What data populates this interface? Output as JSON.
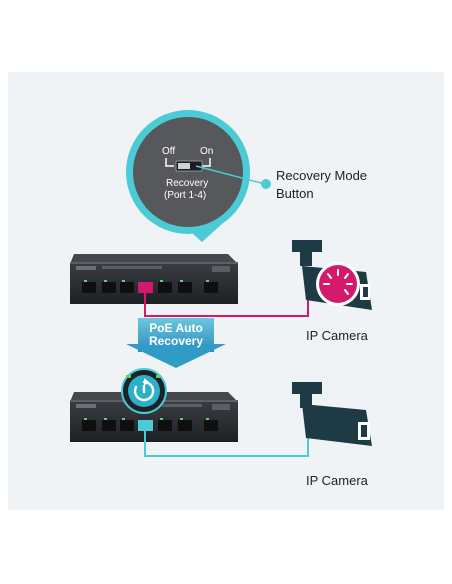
{
  "callout": {
    "off_label": "Off",
    "on_label": "On",
    "switch_name": "Recovery",
    "switch_ports": "(Port 1-4)"
  },
  "labels": {
    "recovery_button_line1": "Recovery Mode",
    "recovery_button_line2": "Button",
    "camera_top": "IP Camera",
    "camera_bottom": "IP Camera"
  },
  "arrow": {
    "line1": "PoE Auto",
    "line2": "Recovery"
  },
  "colors": {
    "accent_teal": "#4acbd6",
    "alert_magenta": "#d4186c",
    "camera_dark": "#1e3a45",
    "switch_body": "#2a2d31",
    "arrow_blue": "#3aaed0"
  },
  "icons": [
    "toggle-switch-icon",
    "ip-camera-icon",
    "alert-ring-icon",
    "power-recovery-icon",
    "arrow-down-icon"
  ]
}
